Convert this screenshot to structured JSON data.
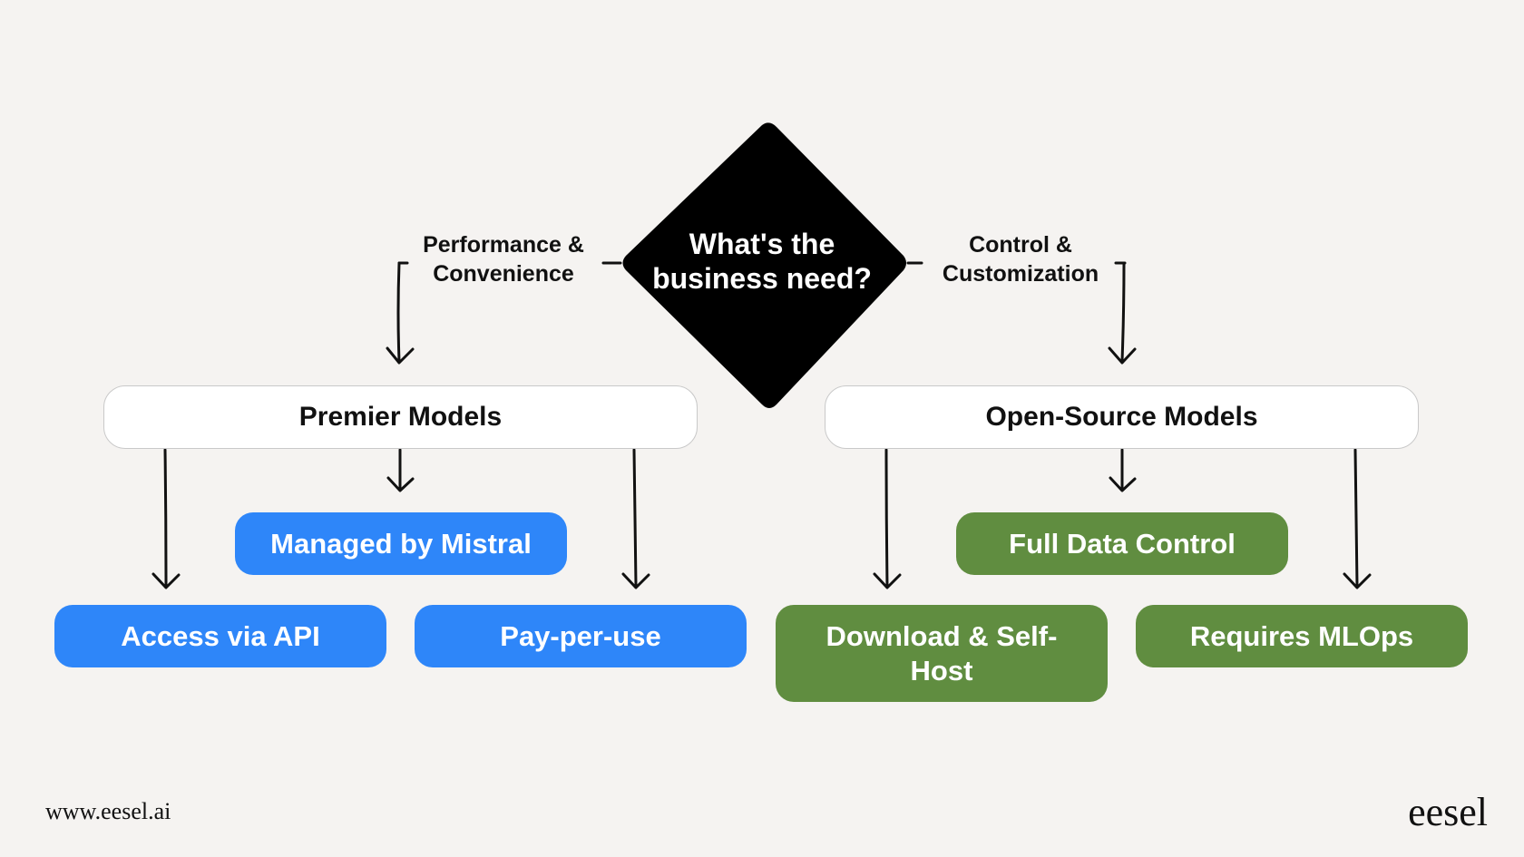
{
  "decision": {
    "question_line1": "What's the",
    "question_line2": "business need?"
  },
  "branches": {
    "left_label_line1": "Performance &",
    "left_label_line2": "Convenience",
    "right_label_line1": "Control &",
    "right_label_line2": "Customization"
  },
  "categories": {
    "premier": "Premier Models",
    "open_source": "Open-Source Models"
  },
  "premier_items": {
    "managed": "Managed by Mistral",
    "access": "Access via API",
    "pay": "Pay-per-use"
  },
  "open_source_items": {
    "full_data": "Full Data Control",
    "download_line1": "Download & Self-",
    "download_line2": "Host",
    "mlops": "Requires MLOps"
  },
  "footer": {
    "url": "www.eesel.ai",
    "logo": "eesel"
  },
  "colors": {
    "background": "#f5f3f1",
    "premier_accent": "#2e86f9",
    "open_source_accent": "#608d40",
    "decision_fill": "#000000"
  }
}
